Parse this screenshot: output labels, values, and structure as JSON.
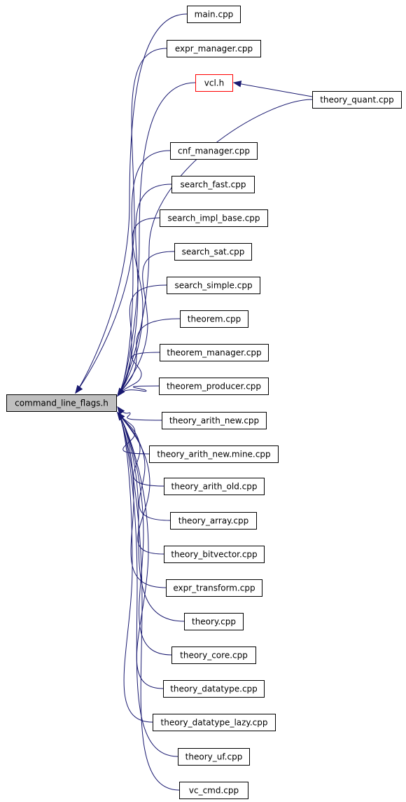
{
  "diagram": {
    "edge_color": "#191970",
    "root": {
      "label": "command_line_flags.h"
    },
    "nodes": [
      {
        "id": "main",
        "label": "main.cpp"
      },
      {
        "id": "expr_manager",
        "label": "expr_manager.cpp"
      },
      {
        "id": "vcl",
        "label": "vcl.h",
        "border": "#ff0000"
      },
      {
        "id": "theory_quant",
        "label": "theory_quant.cpp"
      },
      {
        "id": "cnf_manager",
        "label": "cnf_manager.cpp"
      },
      {
        "id": "search_fast",
        "label": "search_fast.cpp"
      },
      {
        "id": "search_impl_base",
        "label": "search_impl_base.cpp"
      },
      {
        "id": "search_sat",
        "label": "search_sat.cpp"
      },
      {
        "id": "search_simple",
        "label": "search_simple.cpp"
      },
      {
        "id": "theorem",
        "label": "theorem.cpp"
      },
      {
        "id": "theorem_manager",
        "label": "theorem_manager.cpp"
      },
      {
        "id": "theorem_producer",
        "label": "theorem_producer.cpp"
      },
      {
        "id": "theory_arith_new",
        "label": "theory_arith_new.cpp"
      },
      {
        "id": "theory_arith_new_mine",
        "label": "theory_arith_new.mine.cpp"
      },
      {
        "id": "theory_arith_old",
        "label": "theory_arith_old.cpp"
      },
      {
        "id": "theory_array",
        "label": "theory_array.cpp"
      },
      {
        "id": "theory_bitvector",
        "label": "theory_bitvector.cpp"
      },
      {
        "id": "expr_transform",
        "label": "expr_transform.cpp"
      },
      {
        "id": "theory",
        "label": "theory.cpp"
      },
      {
        "id": "theory_core",
        "label": "theory_core.cpp"
      },
      {
        "id": "theory_datatype",
        "label": "theory_datatype.cpp"
      },
      {
        "id": "theory_datatype_lazy",
        "label": "theory_datatype_lazy.cpp"
      },
      {
        "id": "theory_uf",
        "label": "theory_uf.cpp"
      },
      {
        "id": "vc_cmd",
        "label": "vc_cmd.cpp"
      }
    ],
    "edges": [
      {
        "from": "main",
        "to": "root"
      },
      {
        "from": "expr_manager",
        "to": "root"
      },
      {
        "from": "vcl",
        "to": "root"
      },
      {
        "from": "theory_quant",
        "to": "vcl"
      },
      {
        "from": "theory_quant",
        "to": "root"
      },
      {
        "from": "cnf_manager",
        "to": "root"
      },
      {
        "from": "search_fast",
        "to": "root"
      },
      {
        "from": "search_impl_base",
        "to": "root"
      },
      {
        "from": "search_sat",
        "to": "root"
      },
      {
        "from": "search_simple",
        "to": "root"
      },
      {
        "from": "theorem",
        "to": "root"
      },
      {
        "from": "theorem_manager",
        "to": "root"
      },
      {
        "from": "theorem_producer",
        "to": "root"
      },
      {
        "from": "theory_arith_new",
        "to": "root"
      },
      {
        "from": "theory_arith_new_mine",
        "to": "root"
      },
      {
        "from": "theory_arith_old",
        "to": "root"
      },
      {
        "from": "theory_array",
        "to": "root"
      },
      {
        "from": "theory_bitvector",
        "to": "root"
      },
      {
        "from": "expr_transform",
        "to": "root"
      },
      {
        "from": "theory",
        "to": "root"
      },
      {
        "from": "theory_core",
        "to": "root"
      },
      {
        "from": "theory_datatype",
        "to": "root"
      },
      {
        "from": "theory_datatype_lazy",
        "to": "root"
      },
      {
        "from": "theory_uf",
        "to": "root"
      },
      {
        "from": "vc_cmd",
        "to": "root"
      }
    ]
  }
}
